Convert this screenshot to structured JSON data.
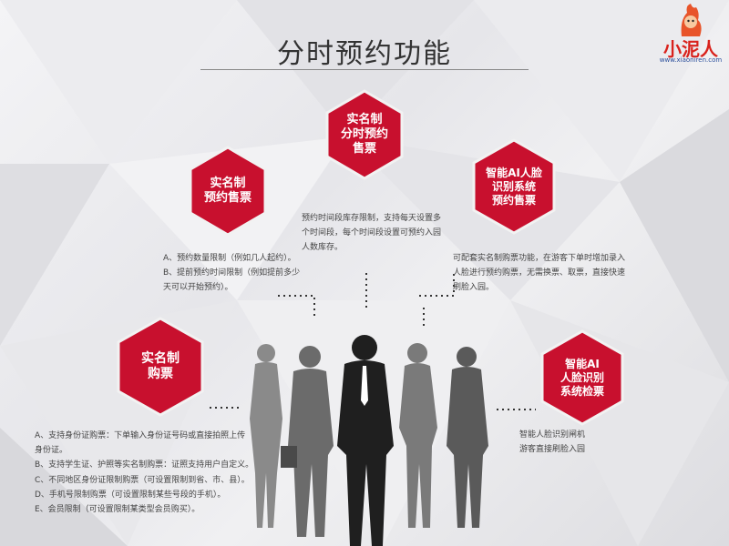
{
  "title": "分时预约功能",
  "logo": {
    "brand": "小泥人",
    "url": "www.xiaoniren.com"
  },
  "hexagons": [
    {
      "id": "realname-timeslot",
      "label": "实名制\n分时预约\n售票"
    },
    {
      "id": "realname-reserve",
      "label": "实名制\n预约售票"
    },
    {
      "id": "ai-face-reserve",
      "label": "智能AI人脸\n识别系统\n预约售票"
    },
    {
      "id": "realname-buy",
      "label": "实名制\n购票"
    },
    {
      "id": "ai-face-check",
      "label": "智能AI\n人脸识别\n系统检票"
    }
  ],
  "descriptions": {
    "timeslot": [
      "预约时间段库存限制，支持每天设置多",
      "个时间段，每个时间段设置可预约入园",
      "人数库存。"
    ],
    "reserve": [
      "A、预约数量限制（例如几人起约）。",
      "B、提前预约时间限制（例如提前多少",
      "天可以开始预约）。"
    ],
    "ai_reserve": [
      "可配套实名制购票功能，在游客下单时增加录入",
      "人脸进行预约购票，无需换票、取票，直接快速",
      "刷脸入园。"
    ],
    "buy": [
      "A、支持身份证购票：下单输入身份证号码或直接拍照上传",
      "身份证。",
      "B、支持学生证、护照等实名制购票：证照支持用户自定义。",
      "C、不同地区身份证限制购票（可设置限制到省、市、县）。",
      "D、手机号限制购票（可设置限制某些号段的手机）。",
      "E、会员限制（可设置限制某类型会员购买）。"
    ],
    "ai_check": [
      "智能人脸识别闸机",
      "游客直接刷脸入园"
    ]
  },
  "colors": {
    "hex_red": "#c8102e",
    "hex_border": "#f2f2f2",
    "title": "#333333",
    "dots": "#333333"
  }
}
